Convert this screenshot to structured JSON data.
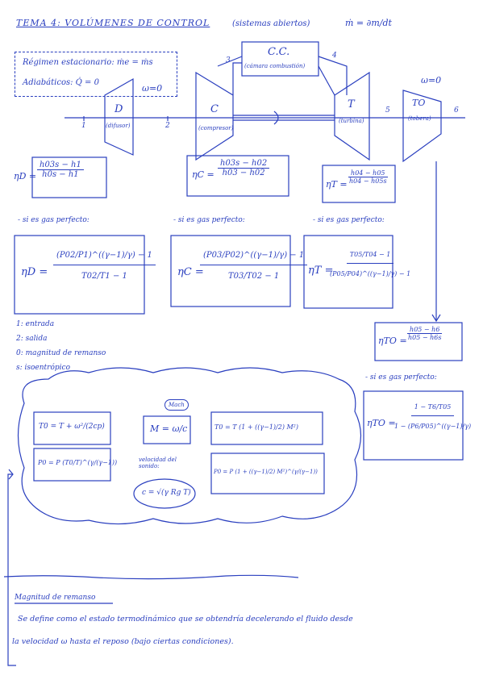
{
  "header": {
    "title": "TEMA 4: VOLÚMENES DE CONTROL",
    "subtitle": "(sistemas abiertos)",
    "mdot": "ṁ = ∂m/dt"
  },
  "notes_box": {
    "line1": "Régimen estacionario: ṁe = ṁs",
    "line2": "Adiabáticos: Q̇ = 0"
  },
  "diagram": {
    "cc_label": "C.C.",
    "cc_sub": "(cámara combustión)",
    "diffuser_label": "D",
    "diffuser_sub": "(difusor)",
    "compressor_label": "C",
    "compressor_sub": "(compresor)",
    "turbine_label": "T",
    "turbine_sub": "(turbina)",
    "nozzle_label": "TO",
    "nozzle_sub": "(tobera)",
    "w0_left": "ω=0",
    "w0_right": "ω=0",
    "stations": [
      "1",
      "2",
      "3",
      "4",
      "5",
      "6"
    ]
  },
  "efficiencies": {
    "diffuser": {
      "lhs": "ηD =",
      "num": "h03s − h1",
      "den": "h0s − h1"
    },
    "compressor": {
      "lhs": "ηC =",
      "num": "h03s − h02",
      "den": "h03 − h02"
    },
    "turbine": {
      "lhs": "ηT =",
      "num": "h04 − h05",
      "den": "h04 − h05s"
    },
    "nozzle": {
      "lhs": "ηTO =",
      "num": "h05 − h6",
      "den": "h05 − h6s"
    }
  },
  "perfect_gas_label": "- si es gas perfecto:",
  "perfect_gas": {
    "diffuser": {
      "lhs": "ηD =",
      "top": "(P02/P1)^((γ−1)/γ) − 1",
      "bottom": "T02/T1 − 1"
    },
    "compressor": {
      "lhs": "ηC =",
      "top": "(P03/P02)^((γ−1)/γ) − 1",
      "bottom": "T03/T02 − 1"
    },
    "turbine": {
      "lhs": "ηT =",
      "top": "T05/T04 − 1",
      "bottom": "(P05/P04)^((γ−1)/γ) − 1"
    },
    "nozzle": {
      "lhs": "ηTO =",
      "top": "1 − T6/T05",
      "bottom": "1 − (P6/P05)^((γ−1)/γ)"
    }
  },
  "legend": [
    "1: entrada",
    "2: salida",
    "0: magnitud de remanso",
    "s: isoentrópico"
  ],
  "cloud": {
    "eq1": "T0 = T + ω²/(2cp)",
    "eq2": "P0 = P (T0/T)^(γ/(γ−1))",
    "mach_label": "Mach",
    "mach_eq": "M = ω/c",
    "sound_label": "velocidad del sonido:",
    "sound_eq": "c = √(γ Rg T)",
    "eq3": "T0 = T (1 + ((γ−1)/2) M²)",
    "eq4": "P0 = P (1 + ((γ−1)/2) M²)^(γ/(γ−1))"
  },
  "remanso": {
    "heading": "Magnitud de remanso",
    "text1": "Se define como el estado termodinámico que se obtendría decelerando el fluido desde",
    "text2": "la velocidad ω hasta el reposo (bajo ciertas condiciones)."
  }
}
